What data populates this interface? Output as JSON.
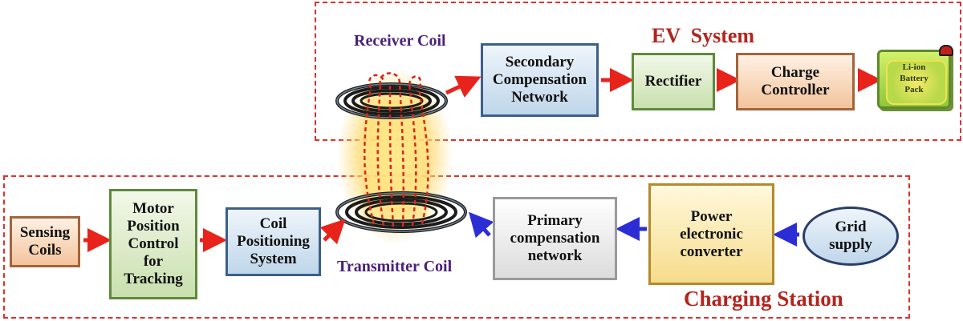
{
  "ev_system": {
    "title": "EV  System",
    "receiver_coil_label": "Receiver Coil",
    "secondary_compensation": "Secondary\nCompensation\nNetwork",
    "rectifier": "Rectifier",
    "charge_controller": "Charge\nController",
    "battery": "Li-ion\nBattery\nPack"
  },
  "charging_station": {
    "title": "Charging Station",
    "transmitter_coil_label": "Transmitter Coil",
    "sensing_coils": "Sensing\nCoils",
    "motor_control": "Motor\nPosition\nControl\nfor\nTracking",
    "coil_positioning": "Coil\nPositioning\nSystem",
    "primary_compensation": "Primary\ncompensation\nnetwork",
    "power_converter": "Power\nelectronic\nconverter",
    "grid_supply": "Grid\nsupply"
  },
  "colors": {
    "region_border": "#e0302c",
    "arrow_red": "#e8231b",
    "arrow_blue": "#2d2dd6",
    "title_red": "#b3241d",
    "coil_label_purple": "#4b2079",
    "field_lines": "#d9261c"
  }
}
